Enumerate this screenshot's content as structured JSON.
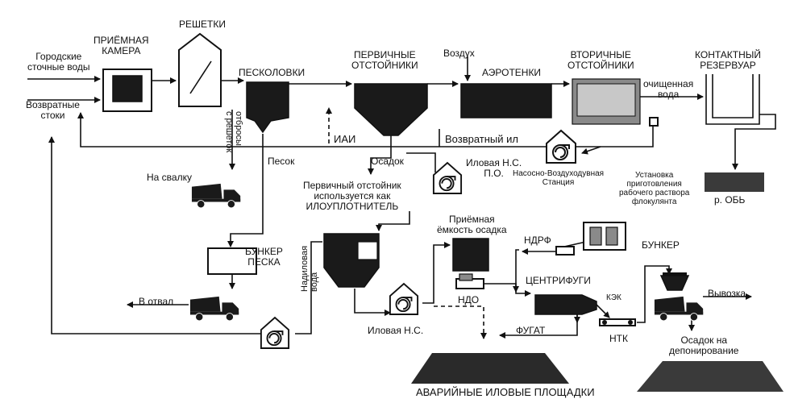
{
  "labels": {
    "gorodskie": "Городские\nсточные воды",
    "vozvratnye_stoki": "Возвратные\nстоки",
    "priemnaya_kamera": "ПРИЁМНАЯ\nКАМЕРА",
    "reshetki": "РЕШЕТКИ",
    "otbrosy": "отбросы\nс решеток",
    "peskolovki": "ПЕСКОЛОВКИ",
    "pervichnye": "ПЕРВИЧНЫЕ\nОТСТОЙНИКИ",
    "vozdukh": "Воздух",
    "aerotenki": "АЭРОТЕНКИ",
    "vtorichnye": "ВТОРИЧНЫЕ\nОТСТОЙНИКИ",
    "ochishchennaya": "очищенная\nвода",
    "kontaktnyi": "КОНТАКТНЫЙ\nРЕЗЕРВУАР",
    "iai": "ИАИ",
    "vozvratnyi_il": "Возвратный ил",
    "osadok": "Осадок",
    "pesok": "Песок",
    "na_svalku": "На свалку",
    "ilovaya_ns_po": "Иловая Н.С.\nП.О.",
    "pervichnyi_ilouplot": "Первичный отстойник\nиспользуется как\nИЛОУПЛОТНИТЕЛЬ",
    "nasosno_vozd": "Насосно-Воздуходувная\nСтанция",
    "ustanovka": "Установка\nприготовления\nрабочего раствора\nфлокулянта",
    "r_ob": "р. ОБЬ",
    "priemnaya_emkost": "Приёмная\nёмкость осадка",
    "ndrf": "НДРФ",
    "bunker_peska": "БУНКЕР\nПЕСКА",
    "nadilovaya": "Надиловая\nвода",
    "tsentrifugi": "ЦЕНТРИФУГИ",
    "kek": "КЭК",
    "bunker": "БУНКЕР",
    "vyvozka": "Вывозка",
    "ndo": "НДО",
    "v_otval": "В отвал",
    "ilovaya_ns": "Иловая Н.С.",
    "fugat": "ФУГАТ",
    "ntk": "НТК",
    "osadok_depon": "Осадок на\nдепонирование",
    "avariinye": "АВАРИЙНЫЕ ИЛОВЫЕ ПЛОЩАДКИ"
  },
  "icons": [
    "pump-station-icon",
    "dump-truck-icon",
    "grinder-icon",
    "conveyor-icon"
  ]
}
